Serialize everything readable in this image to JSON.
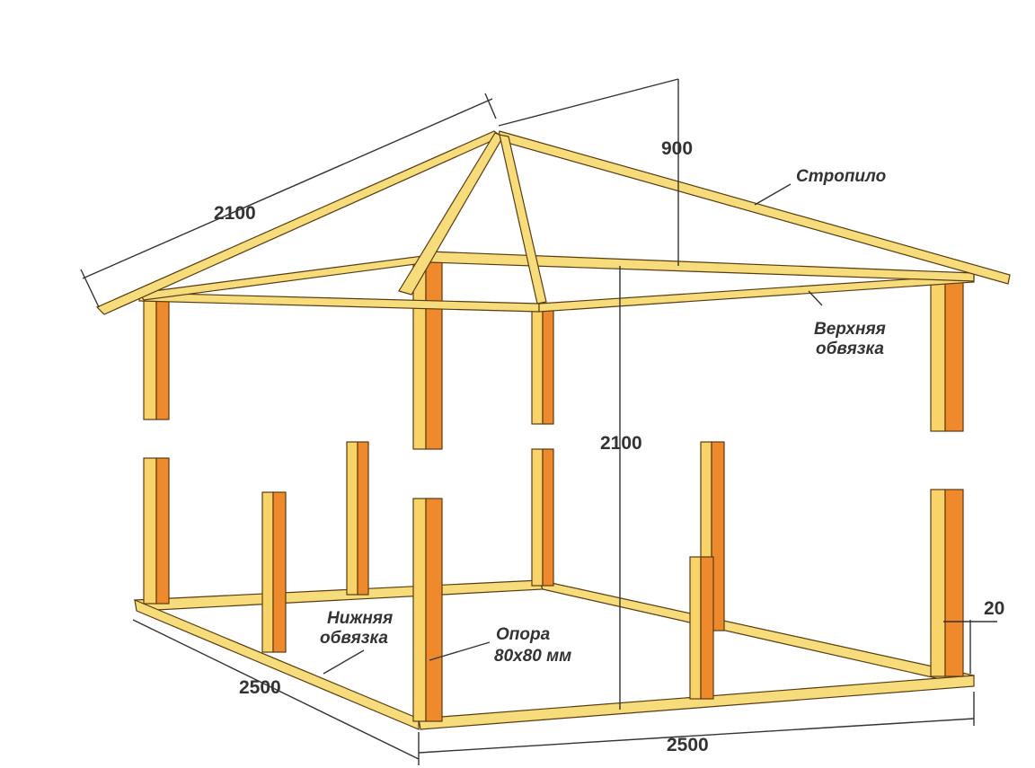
{
  "title": "Каркас беседки",
  "labels": {
    "rafter_length": "2100",
    "roof_height": "900",
    "rafter": "Стропило",
    "top_frame_1": "Верхняя",
    "top_frame_2": "обвязка",
    "post_height": "2100",
    "bottom_frame_1": "Нижняя",
    "bottom_frame_2": "обвязка",
    "support_1": "Опора",
    "support_2": "80x80 мм",
    "width_left": "2500",
    "width_front": "2500",
    "base_offset": "20"
  },
  "colors": {
    "wood_light": "#f7d36a",
    "wood_dark": "#ee8a2c",
    "line": "#333333"
  }
}
